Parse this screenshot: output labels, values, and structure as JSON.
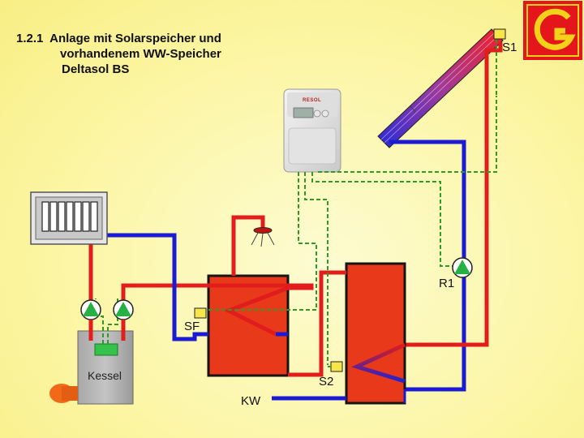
{
  "title": {
    "line1": "1.2.1  Anlage mit Solarspeicher und",
    "line2": "vorhandenem WW-Speicher",
    "line3": "Deltasol BS"
  },
  "labels": {
    "s1": "S1",
    "r1": "R1",
    "sf": "SF",
    "s2": "S2",
    "kw": "KW",
    "kessel": "Kessel"
  },
  "controller": {
    "brand": "RESOL"
  },
  "colors": {
    "hot": "#e31c1c",
    "cold": "#1b1bd6",
    "signal": "#2f9a26",
    "pump": "#27b043",
    "tank": "#e8391a",
    "logo": "#e4161b"
  }
}
